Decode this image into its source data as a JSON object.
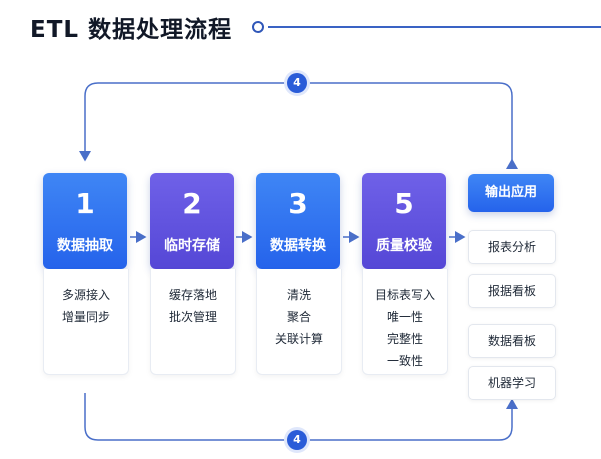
{
  "title": "ETL 数据处理流程",
  "colors": {
    "blue": "#2563eb",
    "purple": "#5547d6",
    "line": "#3a63c4"
  },
  "steps": [
    {
      "number": "1",
      "label": "数据抽取",
      "color": "blue",
      "details": [
        "多源接入",
        "增量同步"
      ]
    },
    {
      "number": "2",
      "label": "临时存储",
      "color": "purple",
      "details": [
        "缓存落地",
        "批次管理"
      ]
    },
    {
      "number": "3",
      "label": "数据转换",
      "color": "blue",
      "details": [
        "清洗",
        "聚合",
        "关联计算"
      ]
    },
    {
      "number": "5",
      "label": "质量校验",
      "color": "purple",
      "details": [
        "目标表写入",
        "唯一性",
        "完整性",
        "一致性"
      ]
    }
  ],
  "output": {
    "label": "输出应用",
    "apps": [
      "报表分析",
      "报据看板",
      "数据看板",
      "机器学习"
    ]
  },
  "loops": {
    "top_badge": "4",
    "bottom_badge": "4"
  }
}
